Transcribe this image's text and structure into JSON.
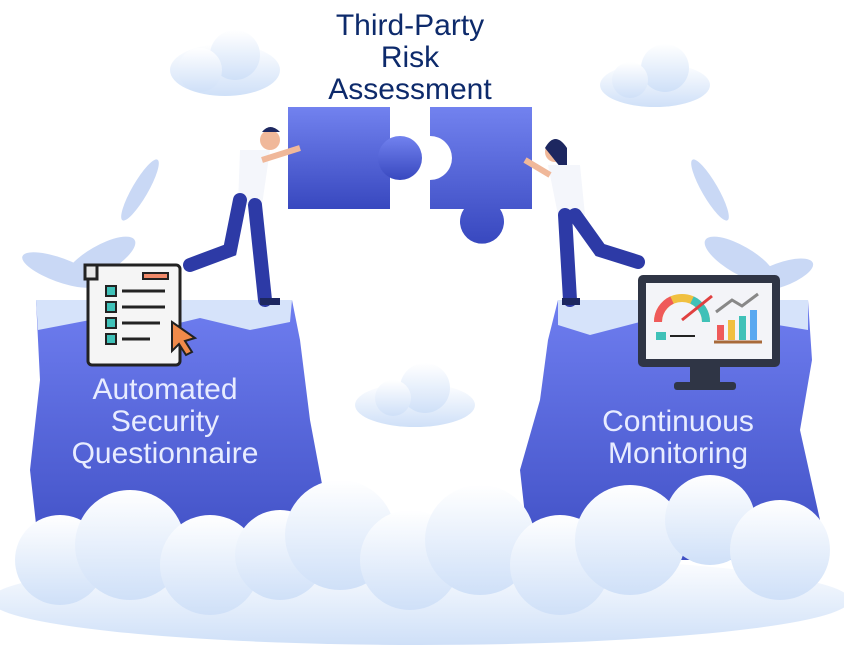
{
  "title": {
    "line1": "Third-Party",
    "line2": "Risk",
    "line3": "Assessment"
  },
  "left": {
    "line1": "Automated",
    "line2": "Security",
    "line3": "Questionnaire",
    "icon": "questionnaire-document-icon"
  },
  "right": {
    "line1": "Continuous",
    "line2": "Monitoring",
    "icon": "monitoring-dashboard-icon"
  },
  "colors": {
    "title": "#0d2a6b",
    "cliff": "#5563d6",
    "puzzle": "#4a5bd0",
    "cloud": "#dbe8fb",
    "label": "#e8ecff"
  }
}
